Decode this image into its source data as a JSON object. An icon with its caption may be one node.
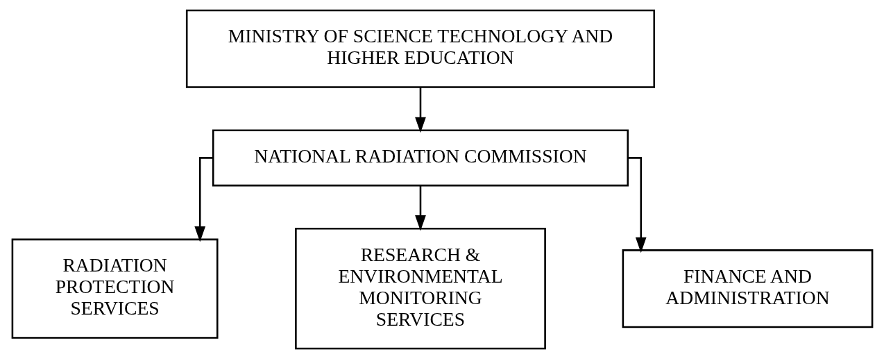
{
  "diagram": {
    "nodes": [
      {
        "text": [
          "MINISTRY OF SCIENCE TECHNOLOGY AND HIGHER EDUCATION"
        ]
      },
      {
        "text": [
          "NATIONAL RADIATION COMMISSION"
        ]
      },
      {
        "text": [
          "RADIATION PROTECTION SERVICES"
        ]
      },
      {
        "text": [
          "RESEARCH & ENVIRONMENTAL MONITORING SERVICES"
        ]
      },
      {
        "text": [
          "FINANCE AND ADMINISTRATION"
        ]
      }
    ],
    "edges": [
      {
        "from": 0,
        "to": 1,
        "arrow": "to"
      },
      {
        "from": 1,
        "to": 2,
        "arrow": "to"
      },
      {
        "from": 1,
        "to": 3,
        "arrow": "to"
      },
      {
        "from": 1,
        "to": 4,
        "arrow": "to"
      }
    ]
  }
}
